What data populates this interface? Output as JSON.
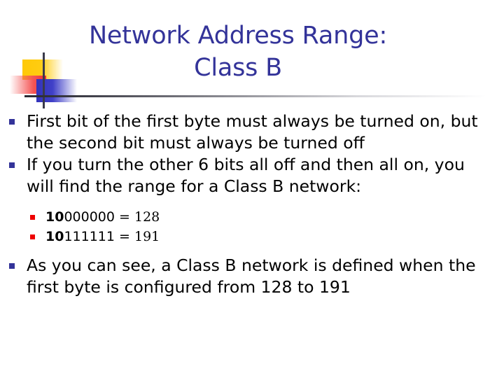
{
  "slide": {
    "title": {
      "line1": "Network Address Range:",
      "line2": "Class B",
      "color": "#333399"
    },
    "logo": {
      "name": "decorative-corner-logo",
      "yellow": "#FFC907",
      "red": "#F03030",
      "blue": "#3333BB",
      "line_color": "#3A3A4A"
    },
    "divider": {
      "color_start": "#2A2A33",
      "color_end": "#FFFFFF"
    },
    "bullet_marker_color": "#333399",
    "sub_bullet_marker_color": "#EE0000",
    "bullets": [
      {
        "text": "First bit of the first byte must always be turned on, but the second bit must always be turned off"
      },
      {
        "text": "If you turn the other 6 bits all off and then all on, you will find the range for a Class B network:"
      },
      {
        "text": "As you can see, a Class B network is defined when the first byte is configured from 128 to 191"
      }
    ],
    "sub_bullets": [
      {
        "bits_bold": "10",
        "bits_rest": "000000",
        "equals": "= 128"
      },
      {
        "bits_bold": "10",
        "bits_rest": "111111",
        "equals": "= 191"
      }
    ]
  }
}
